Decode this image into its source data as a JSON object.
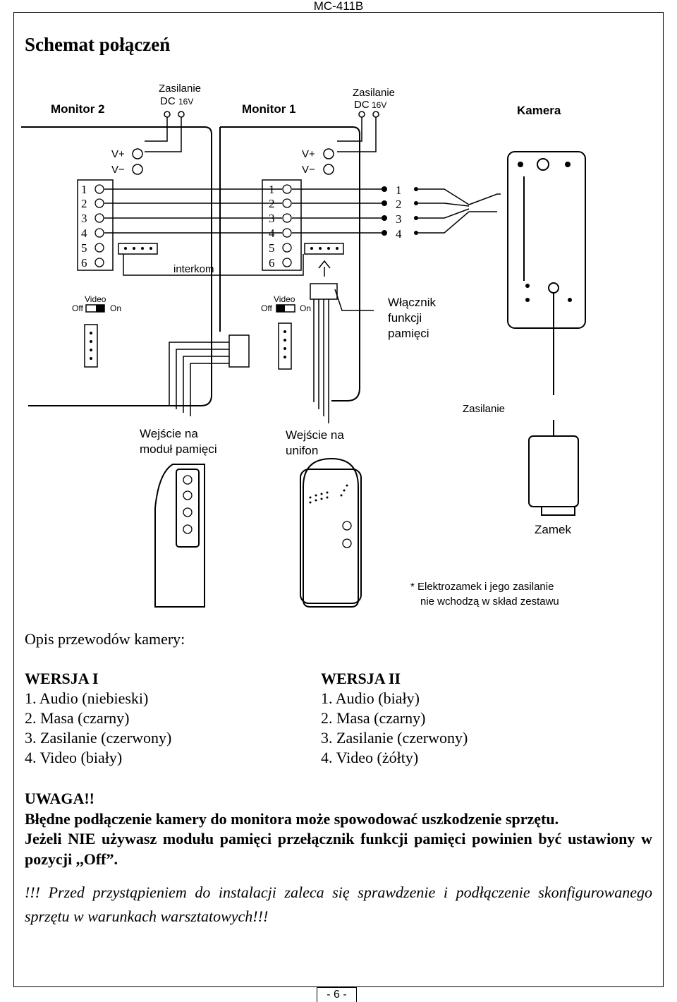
{
  "header": {
    "doc_id": "MC-411B"
  },
  "title": "Schemat połączeń",
  "diagram": {
    "monitor2": "Monitor 2",
    "monitor1": "Monitor 1",
    "camera": "Kamera",
    "power_label": "Zasilanie",
    "dc_label": "DC",
    "voltage": "16V",
    "v_plus": "V+",
    "v_minus": "V−",
    "terminals": [
      "1",
      "2",
      "3",
      "4",
      "5",
      "6"
    ],
    "camera_wires": [
      "1",
      "2",
      "3",
      "4"
    ],
    "interkom": "interkom",
    "video": "Video",
    "off": "Off",
    "on": "On",
    "memory_switch": [
      "Włącznik",
      "funkcji",
      "pamięci"
    ],
    "memory_input": [
      "Wejście na",
      "moduł pamięci"
    ],
    "handset_input": [
      "Wejście na",
      "unifon"
    ],
    "zasilanie": "Zasilanie",
    "zamek": "Zamek",
    "footnote": [
      "* Elektrozamek i jego zasilanie",
      "nie wchodzą w skład zestawu"
    ]
  },
  "wires": {
    "heading": "Opis przewodów kamery:",
    "v1": {
      "title": "WERSJA I",
      "items": [
        "1. Audio (niebieski)",
        "2. Masa (czarny)",
        "3. Zasilanie (czerwony)",
        "4. Video (biały)"
      ]
    },
    "v2": {
      "title": "WERSJA II",
      "items": [
        "1. Audio (biały)",
        "2. Masa (czarny)",
        "3. Zasilanie (czerwony)",
        "4. Video (żółty)"
      ]
    }
  },
  "warning": {
    "head": "UWAGA!!",
    "line1": "Błędne podłączenie kamery do monitora może spowodować uszkodzenie sprzętu.",
    "line2": "Jeżeli NIE używasz modułu pamięci przełącznik funkcji pamięci powinien być ustawiony w pozycji ,,Off”."
  },
  "note": "!!! Przed przystąpieniem do instalacji zaleca się sprawdzenie i podłączenie skonfigurowanego sprzętu w warunkach warsztatowych!!!",
  "footer": {
    "page": "- 6 -"
  }
}
